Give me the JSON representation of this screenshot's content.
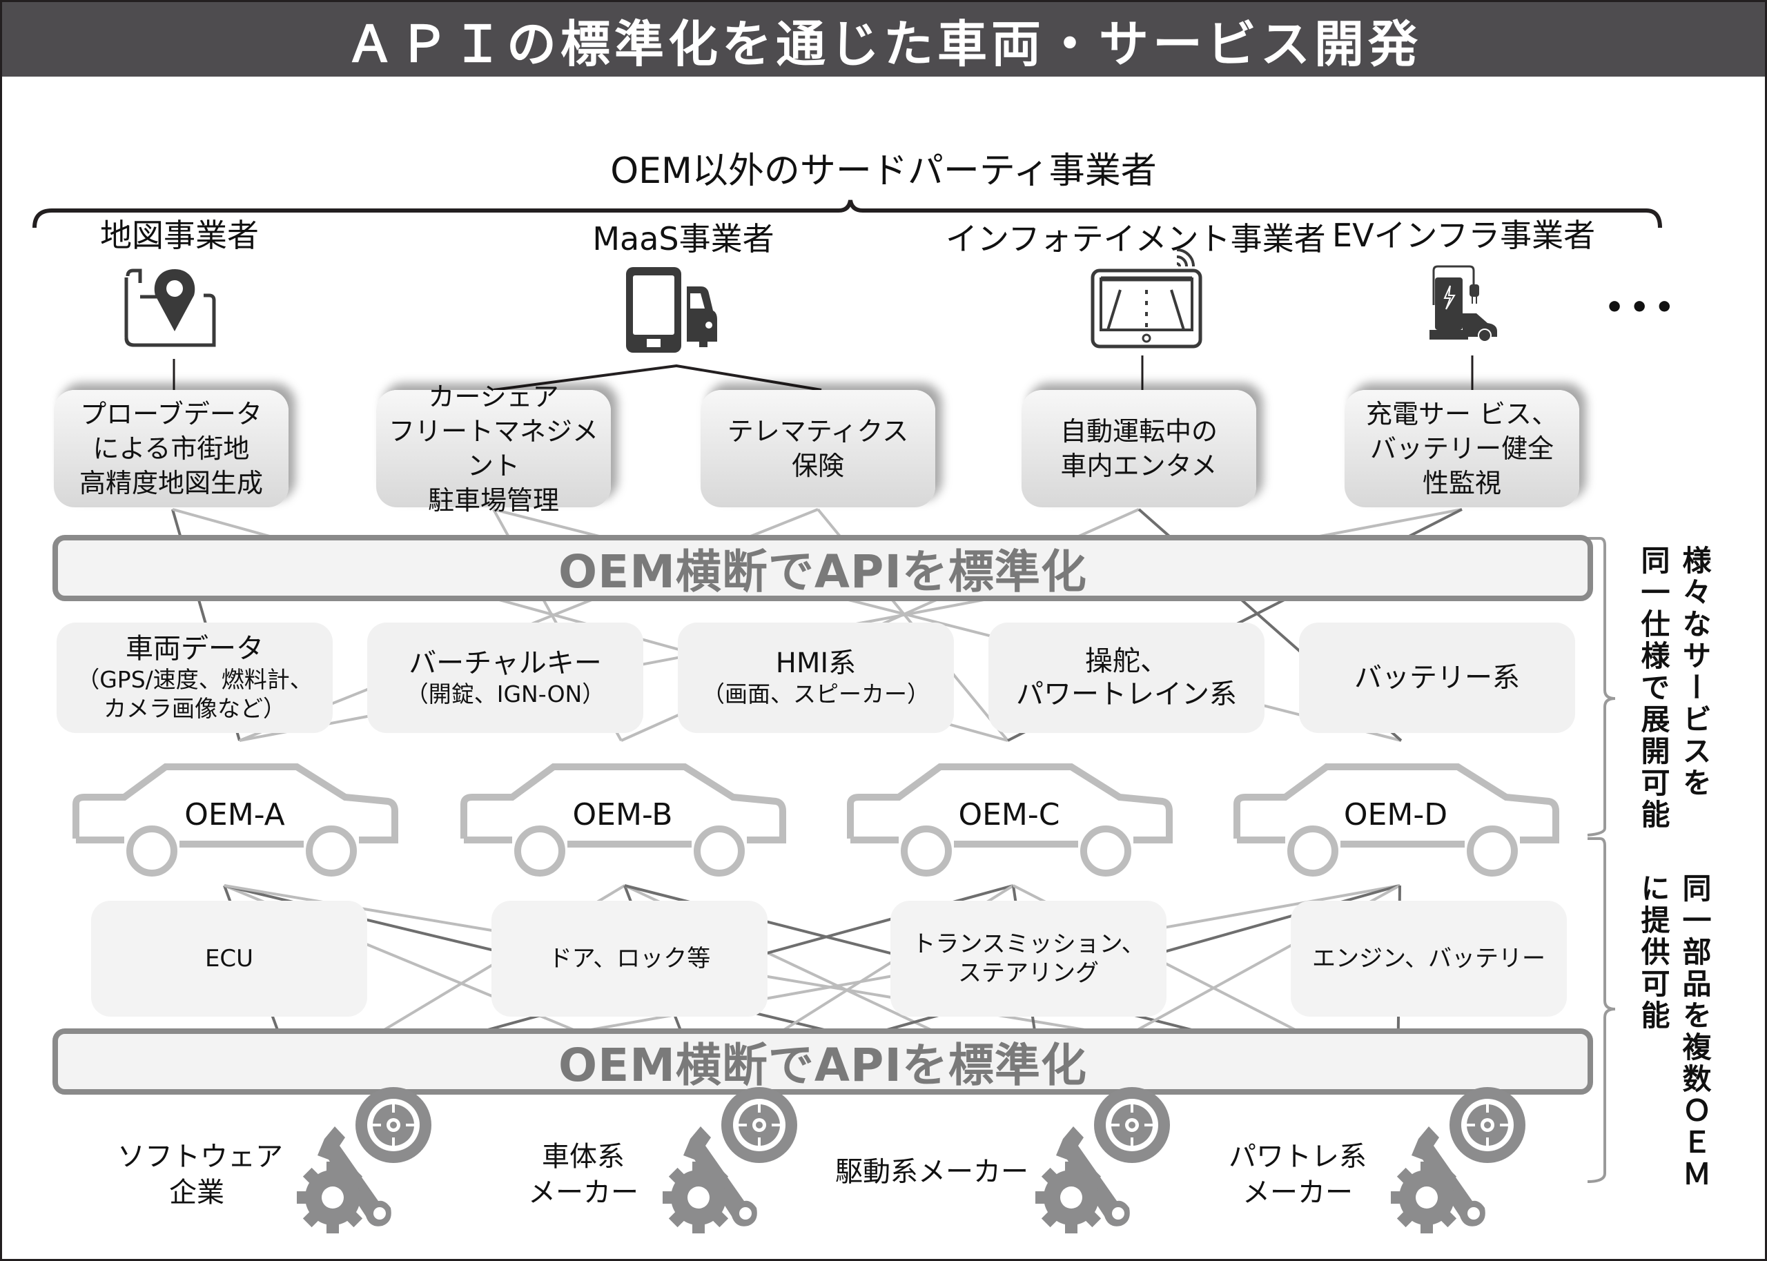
{
  "title": "ＡＰＩの標準化を通じた車両・サービス開発",
  "third_party": {
    "heading": "OEM以外のサードパーティ事業者",
    "providers": [
      {
        "label": "地図事業者",
        "icon": "map-pin-icon"
      },
      {
        "label": "MaaS事業者",
        "icon": "phone-car-icon"
      },
      {
        "label": "インフォテイメント事業者",
        "icon": "tablet-road-icon"
      },
      {
        "label": "EVインフラ事業者",
        "icon": "ev-charger-icon"
      }
    ],
    "more": "•••"
  },
  "services": [
    {
      "lines": [
        "プローブデータ",
        "による市街地",
        "高精度地図生成"
      ]
    },
    {
      "lines": [
        "カーシェア",
        "フリートマネジメント",
        "駐車場管理"
      ]
    },
    {
      "lines": [
        "テレマティクス",
        "保険"
      ]
    },
    {
      "lines": [
        "自動運転中の",
        "車内エンタメ"
      ]
    },
    {
      "lines": [
        "充電サー ビス、",
        "バッテリー健全",
        "性監視"
      ]
    }
  ],
  "api_bar_label": "OEM横断でAPIを標準化",
  "vehicle_functions": [
    {
      "main": "車両データ",
      "sub": [
        "（GPS/速度、燃料計、",
        "カメラ画像など）"
      ]
    },
    {
      "main": "バーチャルキー",
      "sub": [
        "（開錠、IGN-ON）"
      ]
    },
    {
      "main": "HMI系",
      "sub": [
        "（画面、スピーカー）"
      ]
    },
    {
      "main": "操舵、",
      "sub_main": "パワートレイン系"
    },
    {
      "main": "バッテリー系"
    }
  ],
  "oems": [
    "OEM-A",
    "OEM-B",
    "OEM-C",
    "OEM-D"
  ],
  "parts": [
    {
      "lines": [
        "ECU"
      ]
    },
    {
      "lines": [
        "ドア、ロック等"
      ]
    },
    {
      "lines": [
        "トランスミッション、",
        "ステアリング"
      ]
    },
    {
      "lines": [
        "エンジン、バッテリー"
      ]
    }
  ],
  "suppliers": [
    {
      "lines": [
        "ソフトウェア",
        "企業"
      ],
      "icon": "gear-wrench-icon"
    },
    {
      "lines": [
        "車体系",
        "メーカー"
      ],
      "icon": "gear-wrench-icon"
    },
    {
      "lines": [
        "駆動系メーカー"
      ],
      "icon": "gear-wrench-icon"
    },
    {
      "lines": [
        "パワトレ系",
        "メーカー"
      ],
      "icon": "gear-wrench-icon"
    }
  ],
  "side_notes": {
    "upper": [
      "様々なサービスを",
      "同一仕様で展開可能"
    ],
    "lower": [
      "同一部品を複数ＯＥＭ",
      "に提供可能"
    ]
  },
  "colors": {
    "title_bg": "#4e4c4f",
    "api_border": "#8a8a8a",
    "api_text": "#7a7a7a",
    "car_outline": "#bdbdbd",
    "icon_gray": "#8c8c8d",
    "line_dark": "#6e6e6e",
    "line_light": "#bcbcbc"
  }
}
